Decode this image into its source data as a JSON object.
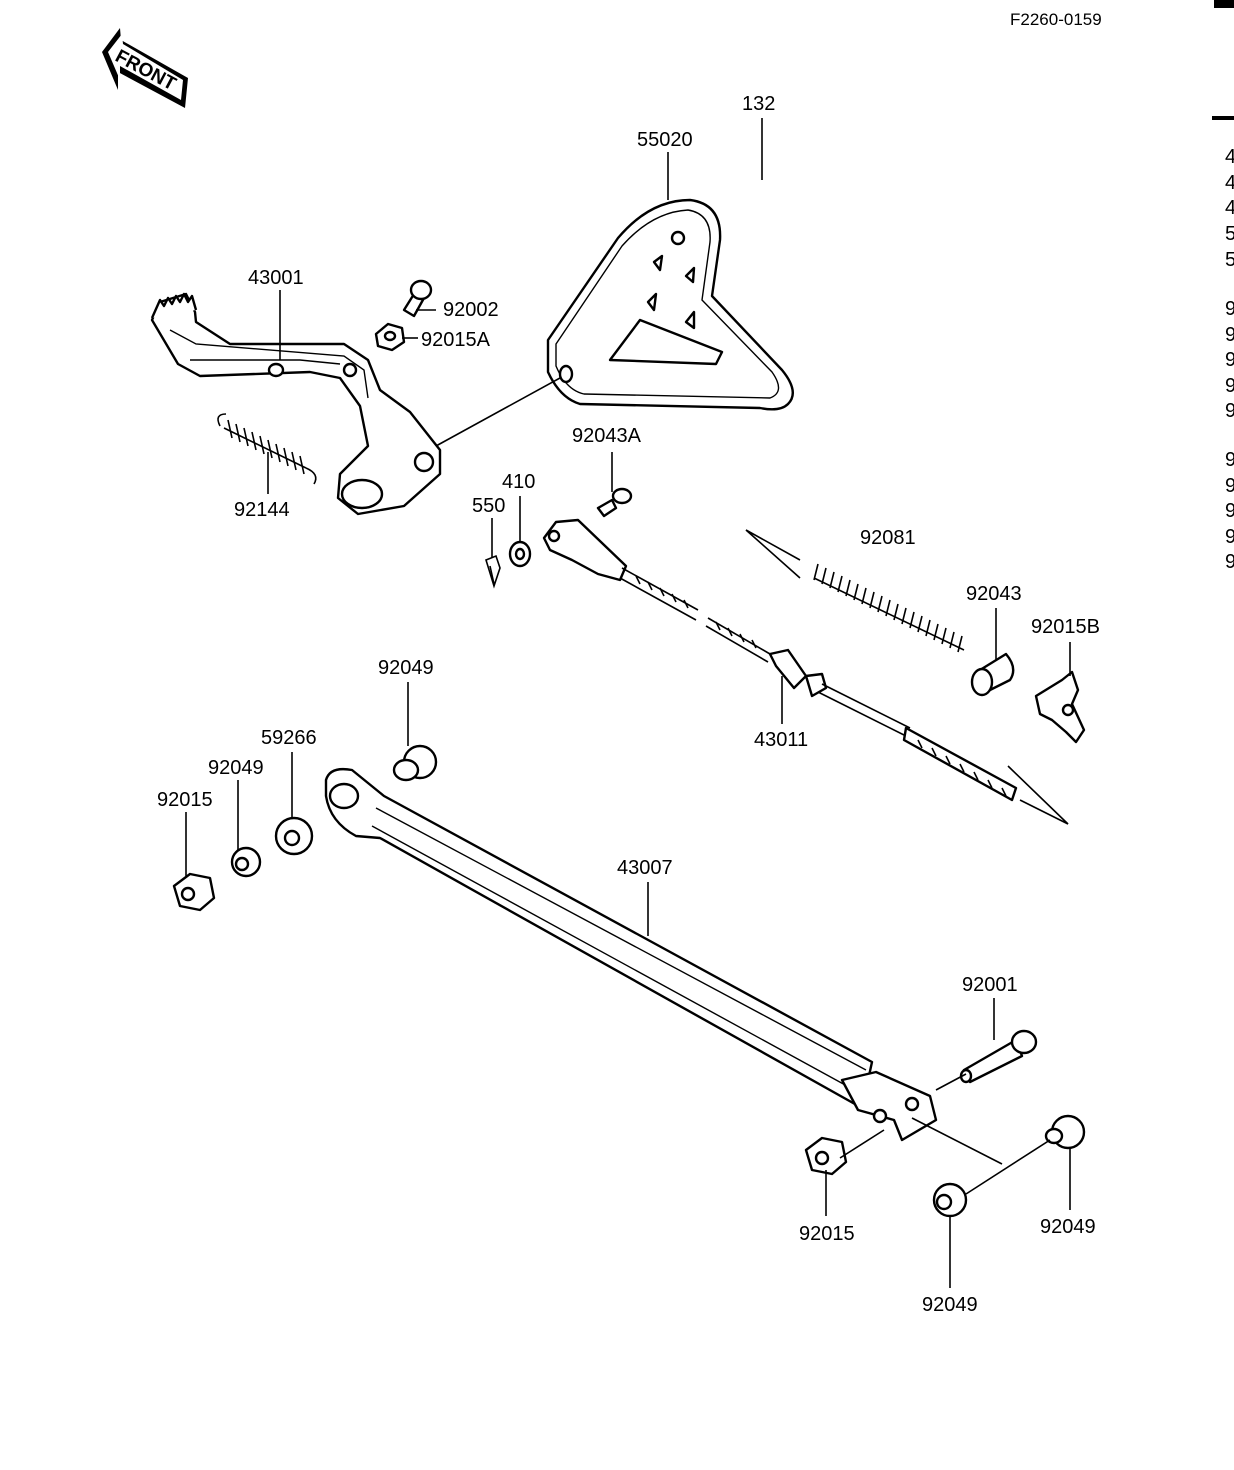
{
  "drawing_code": "F2260-0159",
  "front_badge": "FRONT",
  "parts": {
    "p132": "132",
    "p55020": "55020",
    "p43001": "43001",
    "p92002": "92002",
    "p92015A": "92015A",
    "p92144": "92144",
    "p92043A": "92043A",
    "p410": "410",
    "p550": "550",
    "p92081": "92081",
    "p92043": "92043",
    "p92015B": "92015B",
    "p43011": "43011",
    "p92049_top": "92049",
    "p59266": "59266",
    "p92049_left": "92049",
    "p92015_left": "92015",
    "p43007": "43007",
    "p92001": "92001",
    "p92015_bottom": "92015",
    "p92049_right": "92049",
    "p92049_bottom": "92049"
  },
  "right_edge_glyphs": [
    "4",
    "4",
    "4",
    "5",
    "5",
    "9",
    "9",
    "9",
    "9",
    "9",
    "9",
    "9",
    "9",
    "9",
    "9"
  ]
}
